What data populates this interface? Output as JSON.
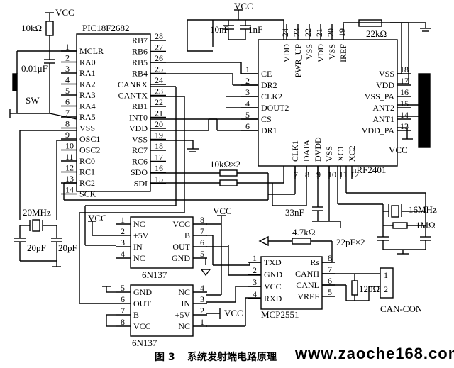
{
  "caption": {
    "figure_no": "图 3",
    "title": "系统发射端电路原理"
  },
  "watermark": "www.zaoche168.com",
  "power_labels": {
    "vcc": "VCC"
  },
  "components": {
    "mcu": {
      "name": "PIC18F2682",
      "left_pins": [
        {
          "num": "1",
          "name": "MCLR"
        },
        {
          "num": "2",
          "name": "RA0"
        },
        {
          "num": "3",
          "name": "RA1"
        },
        {
          "num": "4",
          "name": "RA2"
        },
        {
          "num": "5",
          "name": "RA3"
        },
        {
          "num": "6",
          "name": "RA4"
        },
        {
          "num": "7",
          "name": "RA5"
        },
        {
          "num": "8",
          "name": "VSS"
        },
        {
          "num": "9",
          "name": "OSC1"
        },
        {
          "num": "10",
          "name": "OSC2"
        },
        {
          "num": "11",
          "name": "RC0"
        },
        {
          "num": "12",
          "name": "RC1"
        },
        {
          "num": "13",
          "name": "RC2"
        },
        {
          "num": "14",
          "name": "SCK"
        }
      ],
      "right_pins": [
        {
          "num": "28",
          "name": "RB7"
        },
        {
          "num": "27",
          "name": "RB6"
        },
        {
          "num": "26",
          "name": "RB5"
        },
        {
          "num": "25",
          "name": "RB4"
        },
        {
          "num": "24",
          "name": "CANRX"
        },
        {
          "num": "23",
          "name": "CANTX"
        },
        {
          "num": "22",
          "name": "RB1"
        },
        {
          "num": "21",
          "name": "INT0"
        },
        {
          "num": "20",
          "name": "VDD"
        },
        {
          "num": "19",
          "name": "VSS"
        },
        {
          "num": "18",
          "name": "RC7"
        },
        {
          "num": "17",
          "name": "RC6"
        },
        {
          "num": "16",
          "name": "SDO"
        },
        {
          "num": "15",
          "name": "SDI"
        }
      ]
    },
    "rf": {
      "name": "nRF2401",
      "left_pins": [
        {
          "num": "1",
          "name": "CE"
        },
        {
          "num": "2",
          "name": "DR2"
        },
        {
          "num": "3",
          "name": "CLK2"
        },
        {
          "num": "4",
          "name": "DOUT2"
        },
        {
          "num": "5",
          "name": "CS"
        },
        {
          "num": "6",
          "name": "DR1"
        }
      ],
      "top_pins": [
        {
          "num": "24",
          "name": "VDD"
        },
        {
          "num": "23",
          "name": "PWR_UP"
        },
        {
          "num": "22",
          "name": "VSS"
        },
        {
          "num": "21",
          "name": "VDD"
        },
        {
          "num": "20",
          "name": "VSS"
        },
        {
          "num": "19",
          "name": "IREF"
        }
      ],
      "right_pins": [
        {
          "num": "18",
          "name": "VSS"
        },
        {
          "num": "17",
          "name": "VDD"
        },
        {
          "num": "16",
          "name": "VSS_PA"
        },
        {
          "num": "15",
          "name": "ANT2"
        },
        {
          "num": "14",
          "name": "ANT1"
        },
        {
          "num": "13",
          "name": "VDD_PA"
        }
      ],
      "bottom_pins": [
        {
          "num": "7",
          "name": "CLK1"
        },
        {
          "num": "8",
          "name": "DATA"
        },
        {
          "num": "9",
          "name": "DVDD"
        },
        {
          "num": "10",
          "name": "VSS"
        },
        {
          "num": "11",
          "name": "XC1"
        },
        {
          "num": "12",
          "name": "XC2"
        }
      ]
    },
    "opto_top": {
      "name": "6N137",
      "left_pins": [
        {
          "num": "1",
          "name": "NC"
        },
        {
          "num": "2",
          "name": "+5V"
        },
        {
          "num": "3",
          "name": "IN"
        },
        {
          "num": "4",
          "name": "NC"
        }
      ],
      "right_pins": [
        {
          "num": "8",
          "name": "VCC"
        },
        {
          "num": "7",
          "name": "B"
        },
        {
          "num": "6",
          "name": "OUT"
        },
        {
          "num": "5",
          "name": "GND"
        }
      ]
    },
    "opto_bottom": {
      "name": "6N137",
      "left_pins": [
        {
          "num": "5",
          "name": "GND"
        },
        {
          "num": "6",
          "name": "OUT"
        },
        {
          "num": "7",
          "name": "B"
        },
        {
          "num": "8",
          "name": "VCC"
        }
      ],
      "right_pins": [
        {
          "num": "4",
          "name": "NC"
        },
        {
          "num": "3",
          "name": "IN"
        },
        {
          "num": "2",
          "name": "+5V"
        },
        {
          "num": "1",
          "name": "NC"
        }
      ]
    },
    "transceiver": {
      "name": "MCP2551",
      "left_pins": [
        {
          "num": "1",
          "name": "TXD"
        },
        {
          "num": "2",
          "name": "GND"
        },
        {
          "num": "3",
          "name": "VCC"
        },
        {
          "num": "4",
          "name": "RXD"
        }
      ],
      "right_pins": [
        {
          "num": "8",
          "name": "Rs"
        },
        {
          "num": "7",
          "name": "CANH"
        },
        {
          "num": "6",
          "name": "CANL"
        },
        {
          "num": "5",
          "name": "VREF"
        }
      ]
    },
    "connector": {
      "name": "CAN-CON",
      "pins": [
        "1",
        "2"
      ]
    }
  },
  "passives": {
    "r_mclr": "10kΩ",
    "c_reset": "0.01μF",
    "switch": "SW",
    "crystal_mcu": "20MHz",
    "c_osc1": "20pF",
    "c_osc2": "20pF",
    "c_rf1": "10nF",
    "c_rf2": "1nF",
    "r_iref": "22kΩ",
    "r_spi": "10kΩ×2",
    "c_dvdd": "33nF",
    "crystal_rf": "16MHz",
    "r_xtal": "1MΩ",
    "c_xtal": "22pF×2",
    "r_rs": "4.7kΩ",
    "r_term": "120Ω"
  }
}
